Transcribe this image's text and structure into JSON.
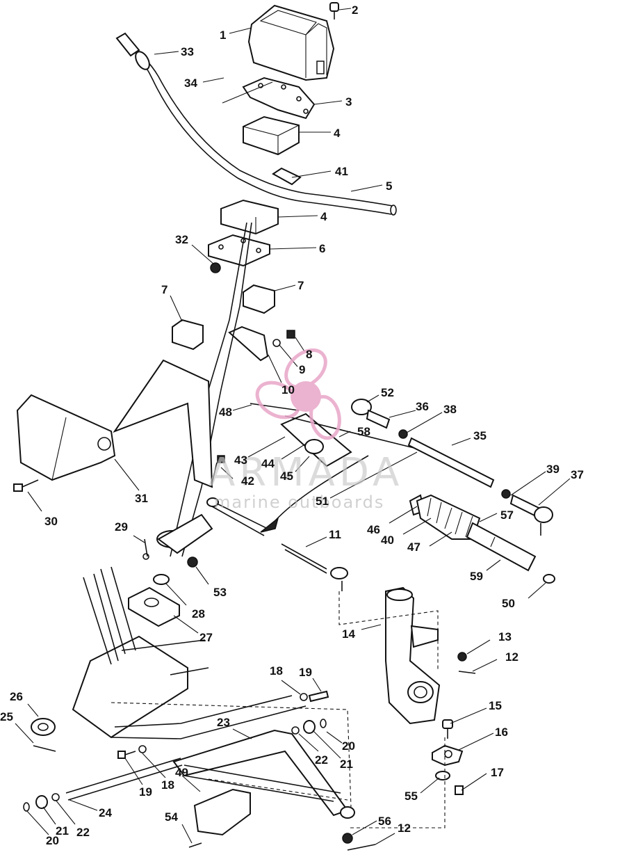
{
  "watermark": {
    "brand": "ARMADA",
    "tagline": "marine outboards",
    "color": "#e8a6c8"
  },
  "labels": [
    {
      "id": "1",
      "text": "1"
    },
    {
      "id": "2",
      "text": "2"
    },
    {
      "id": "3",
      "text": "3"
    },
    {
      "id": "4a",
      "text": "4"
    },
    {
      "id": "41",
      "text": "41"
    },
    {
      "id": "5",
      "text": "5"
    },
    {
      "id": "4b",
      "text": "4"
    },
    {
      "id": "32",
      "text": "32"
    },
    {
      "id": "6",
      "text": "6"
    },
    {
      "id": "7a",
      "text": "7"
    },
    {
      "id": "7b",
      "text": "7"
    },
    {
      "id": "8",
      "text": "8"
    },
    {
      "id": "9",
      "text": "9"
    },
    {
      "id": "10",
      "text": "10"
    },
    {
      "id": "33",
      "text": "33"
    },
    {
      "id": "34",
      "text": "34"
    },
    {
      "id": "52",
      "text": "52"
    },
    {
      "id": "36",
      "text": "36"
    },
    {
      "id": "38",
      "text": "38"
    },
    {
      "id": "48",
      "text": "48"
    },
    {
      "id": "58",
      "text": "58"
    },
    {
      "id": "35",
      "text": "35"
    },
    {
      "id": "43",
      "text": "43"
    },
    {
      "id": "44",
      "text": "44"
    },
    {
      "id": "45",
      "text": "45"
    },
    {
      "id": "42",
      "text": "42"
    },
    {
      "id": "39",
      "text": "39"
    },
    {
      "id": "37",
      "text": "37"
    },
    {
      "id": "31",
      "text": "31"
    },
    {
      "id": "51",
      "text": "51"
    },
    {
      "id": "30",
      "text": "30"
    },
    {
      "id": "57",
      "text": "57"
    },
    {
      "id": "46",
      "text": "46"
    },
    {
      "id": "40",
      "text": "40"
    },
    {
      "id": "47",
      "text": "47"
    },
    {
      "id": "29",
      "text": "29"
    },
    {
      "id": "11",
      "text": "11"
    },
    {
      "id": "59",
      "text": "59"
    },
    {
      "id": "53",
      "text": "53"
    },
    {
      "id": "50",
      "text": "50"
    },
    {
      "id": "28",
      "text": "28"
    },
    {
      "id": "27",
      "text": "27"
    },
    {
      "id": "14",
      "text": "14"
    },
    {
      "id": "13",
      "text": "13"
    },
    {
      "id": "12a",
      "text": "12"
    },
    {
      "id": "18a",
      "text": "18"
    },
    {
      "id": "19a",
      "text": "19"
    },
    {
      "id": "26",
      "text": "26"
    },
    {
      "id": "25",
      "text": "25"
    },
    {
      "id": "23",
      "text": "23"
    },
    {
      "id": "20a",
      "text": "20"
    },
    {
      "id": "22a",
      "text": "22"
    },
    {
      "id": "21a",
      "text": "21"
    },
    {
      "id": "15",
      "text": "15"
    },
    {
      "id": "16",
      "text": "16"
    },
    {
      "id": "19b",
      "text": "19"
    },
    {
      "id": "18b",
      "text": "18"
    },
    {
      "id": "49",
      "text": "49"
    },
    {
      "id": "17",
      "text": "17"
    },
    {
      "id": "55",
      "text": "55"
    },
    {
      "id": "24",
      "text": "24"
    },
    {
      "id": "21b",
      "text": "21"
    },
    {
      "id": "22b",
      "text": "22"
    },
    {
      "id": "20b",
      "text": "20"
    },
    {
      "id": "54",
      "text": "54"
    },
    {
      "id": "56",
      "text": "56"
    },
    {
      "id": "12b",
      "text": "12"
    }
  ]
}
